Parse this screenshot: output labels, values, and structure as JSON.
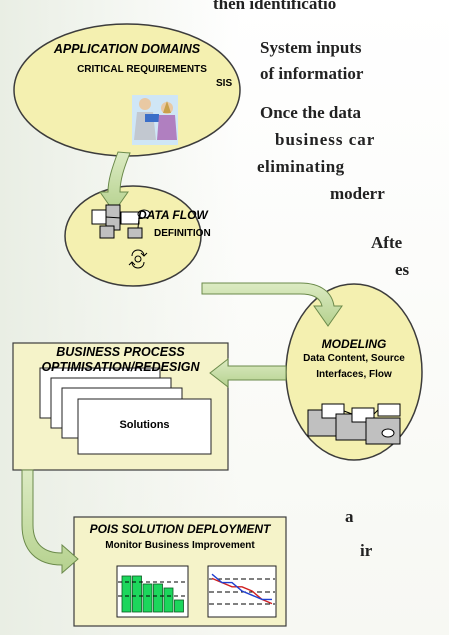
{
  "colors": {
    "ellipse_fill": "#f4f0b0",
    "ellipse_stroke": "#3c3c3c",
    "box_fill": "#f5f3c9",
    "arrow_fill": "#c9e0a6",
    "arrow_stroke": "#6b8a4b",
    "text_dark": "#222222",
    "bar_fill": "#1cd65c",
    "line_red": "#d02020",
    "line_blue": "#2040d0"
  },
  "paragraph": {
    "line1": "then identificatio",
    "line2": "System inputs",
    "line3": "of informatior",
    "line4": "Once the data",
    "line5": "business  car",
    "line6": "eliminating",
    "line7": "moderr",
    "line8": "Afte",
    "line9": "es",
    "line10": "a",
    "line11": "ir"
  },
  "nodes": {
    "application_domains": {
      "title": "APPLICATION DOMAINS",
      "line1": "CRITICAL REQUIREMENTS",
      "line2": "SIS",
      "icon": "people-icon"
    },
    "data_flow": {
      "title": "DATA FLOW",
      "line1": "DEFINITION",
      "icon": "cycle-icon"
    },
    "modeling": {
      "title": "MODELING",
      "line1": "Data Content, Source",
      "line2": "Interfaces, Flow"
    },
    "business_process": {
      "title_line1": "BUSINESS PROCESS",
      "title_line2": "OPTIMISATION/REDESIGN",
      "solutions": "Solutions"
    },
    "deployment": {
      "title": "POIS SOLUTION DEPLOYMENT",
      "subtitle": "Monitor Business Improvement"
    }
  },
  "mini_bar_chart": {
    "values": [
      9,
      9,
      7,
      7,
      6,
      3
    ]
  },
  "mini_line_chart": {
    "series": [
      {
        "name": "",
        "values": [
          8,
          7,
          6,
          6,
          5,
          3,
          2
        ]
      },
      {
        "name": "",
        "values": [
          9,
          7,
          7,
          5,
          4,
          3,
          3
        ]
      }
    ]
  }
}
